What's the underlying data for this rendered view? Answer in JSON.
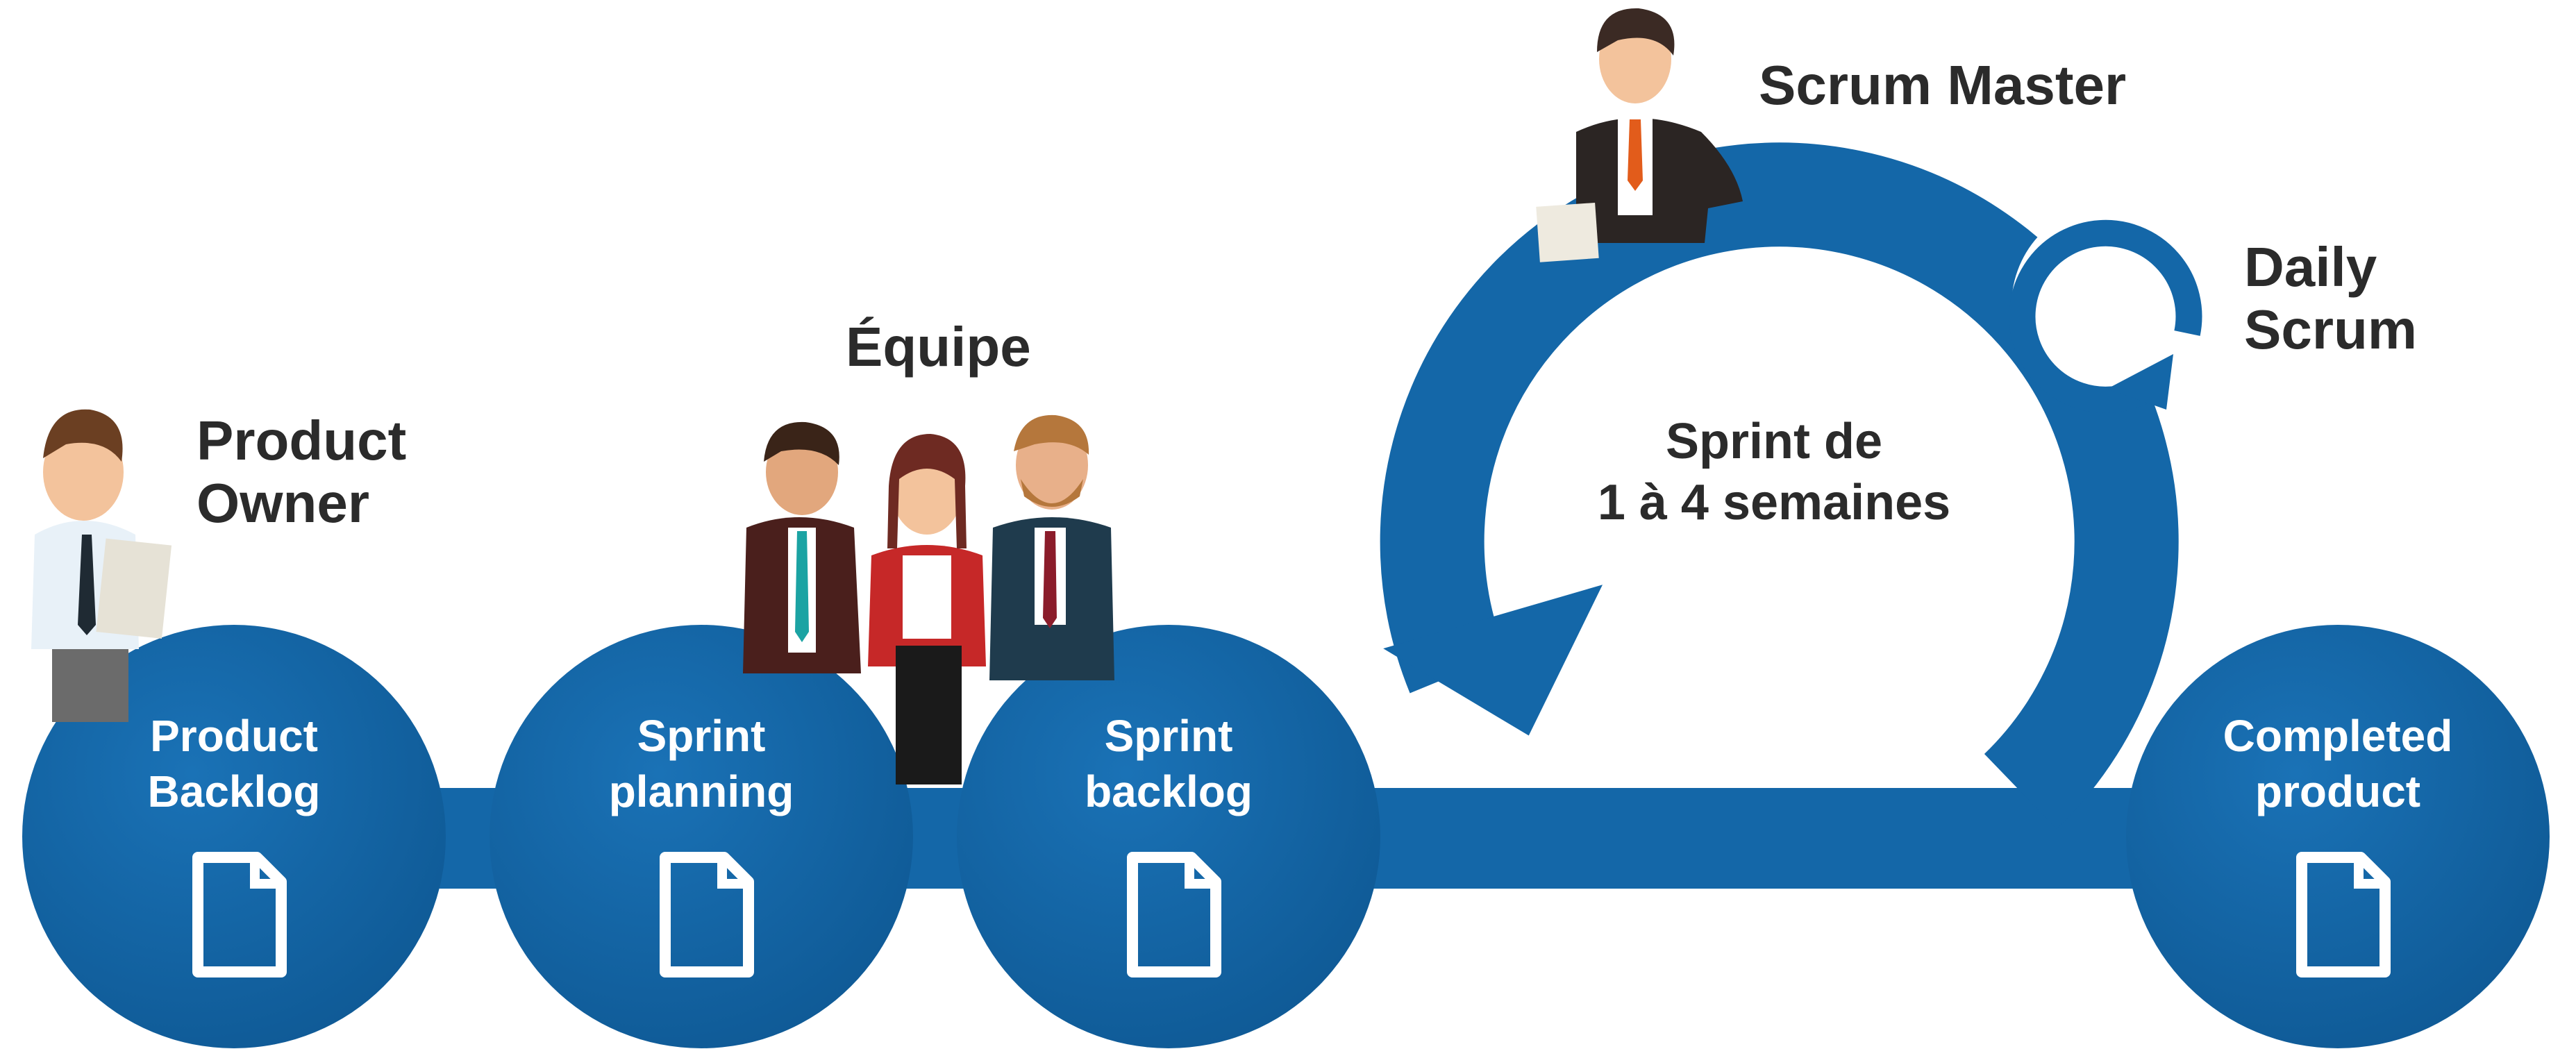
{
  "colors": {
    "primary_blue": "#1467a8",
    "dark_blue": "#0f5a96",
    "text_dark": "#2b2b2b",
    "white": "#ffffff"
  },
  "roles": {
    "product_owner": [
      "Product",
      "Owner"
    ],
    "team": "Équipe",
    "scrum_master": "Scrum Master",
    "daily_scrum": [
      "Daily",
      "Scrum"
    ]
  },
  "stages": [
    {
      "lines": [
        "Product",
        "Backlog"
      ],
      "icon": "document-icon"
    },
    {
      "lines": [
        "Sprint",
        "planning"
      ],
      "icon": "document-icon"
    },
    {
      "lines": [
        "Sprint",
        "backlog"
      ],
      "icon": "document-icon"
    },
    {
      "lines": [
        "Completed",
        "product"
      ],
      "icon": "document-icon"
    }
  ],
  "cycle": {
    "lines": [
      "Sprint de",
      "1 à 4 semaines"
    ]
  }
}
